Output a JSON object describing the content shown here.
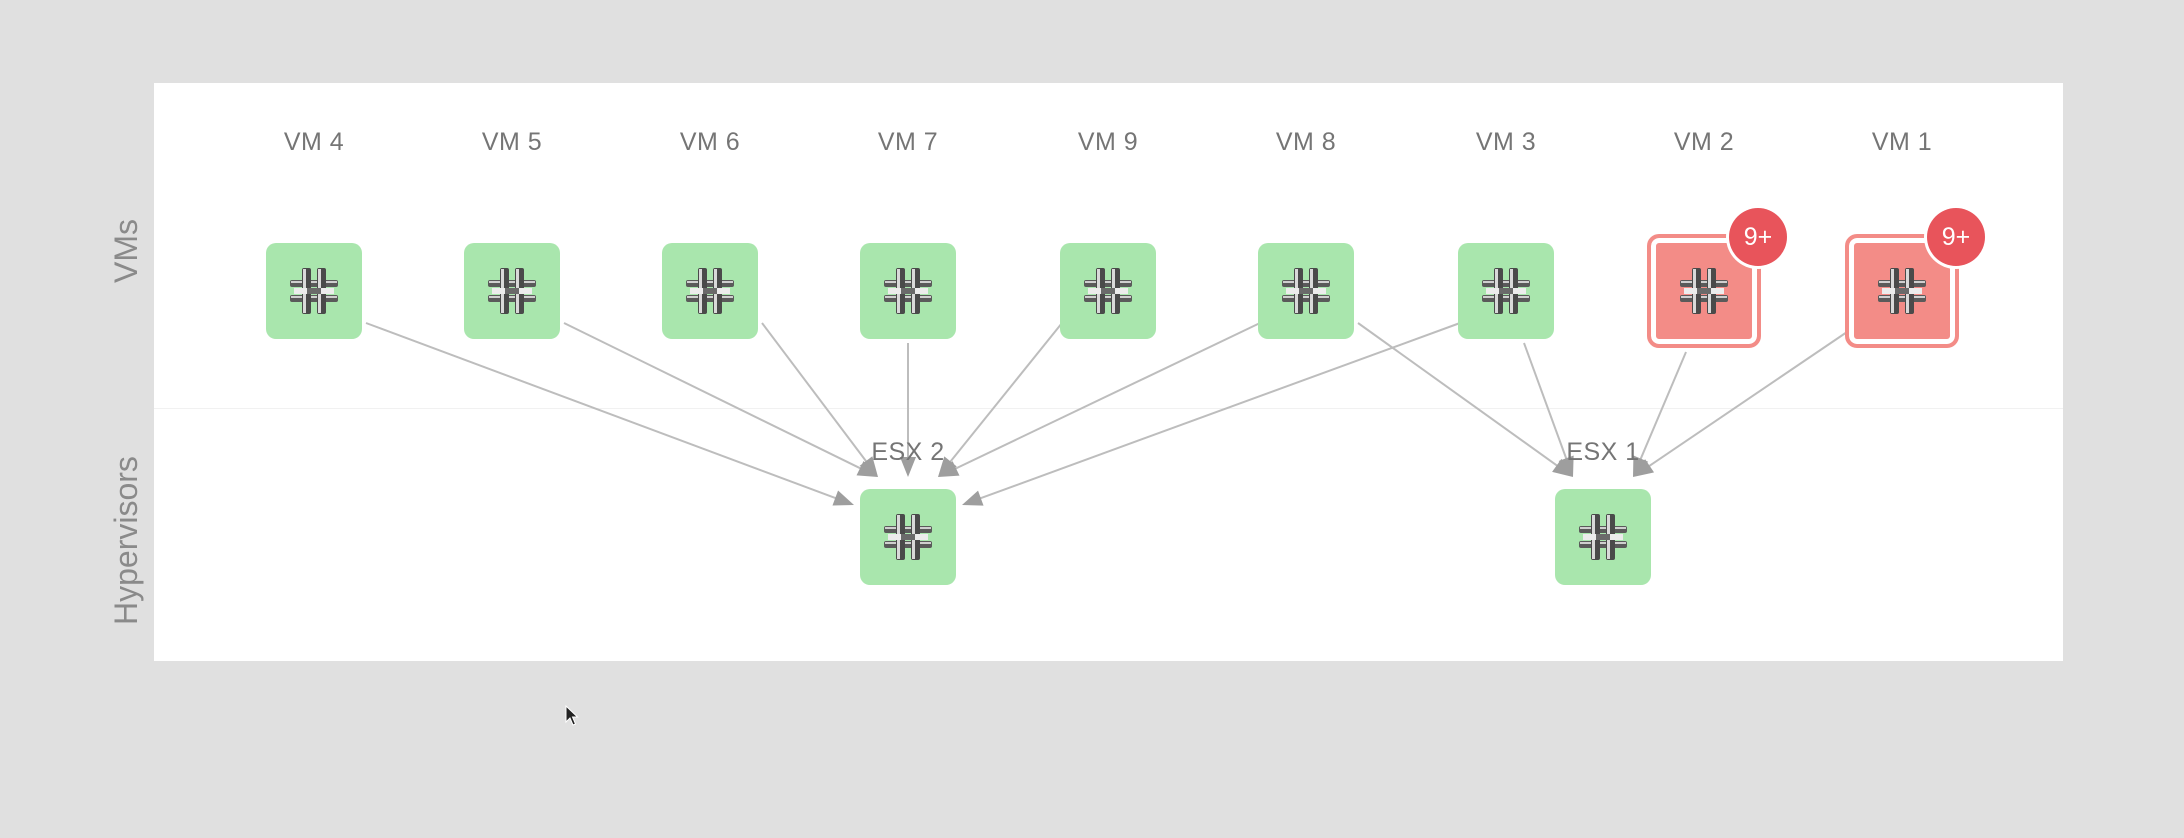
{
  "lanes": {
    "vms": "VMs",
    "hypervisors": "Hypervisors"
  },
  "vms": [
    {
      "label": "VM 4",
      "status": "healthy"
    },
    {
      "label": "VM 5",
      "status": "healthy"
    },
    {
      "label": "VM 6",
      "status": "healthy"
    },
    {
      "label": "VM 7",
      "status": "healthy"
    },
    {
      "label": "VM 9",
      "status": "healthy"
    },
    {
      "label": "VM 8",
      "status": "healthy"
    },
    {
      "label": "VM 3",
      "status": "healthy"
    },
    {
      "label": "VM 2",
      "status": "alert",
      "badge": "9+"
    },
    {
      "label": "VM 1",
      "status": "alert",
      "badge": "9+"
    }
  ],
  "hypervisors": [
    {
      "label": "ESX 2",
      "status": "healthy"
    },
    {
      "label": "ESX 1",
      "status": "healthy"
    }
  ],
  "links": [
    {
      "from": "VM 4",
      "to": "ESX 2"
    },
    {
      "from": "VM 5",
      "to": "ESX 2"
    },
    {
      "from": "VM 6",
      "to": "ESX 2"
    },
    {
      "from": "VM 7",
      "to": "ESX 2"
    },
    {
      "from": "VM 9",
      "to": "ESX 2"
    },
    {
      "from": "VM 8",
      "to": "ESX 2"
    },
    {
      "from": "VM 3",
      "to": "ESX 2"
    },
    {
      "from": "VM 8",
      "to": "ESX 1"
    },
    {
      "from": "VM 3",
      "to": "ESX 1"
    },
    {
      "from": "VM 2",
      "to": "ESX 1"
    },
    {
      "from": "VM 1",
      "to": "ESX 1"
    }
  ],
  "colors": {
    "healthy": "#a9e6ad",
    "alert": "#f38c87",
    "badge": "#e8545b",
    "edge": "#bdbdbd",
    "arrow": "#9e9e9e",
    "label": "#757575"
  },
  "icon": "server-glyph-icon"
}
